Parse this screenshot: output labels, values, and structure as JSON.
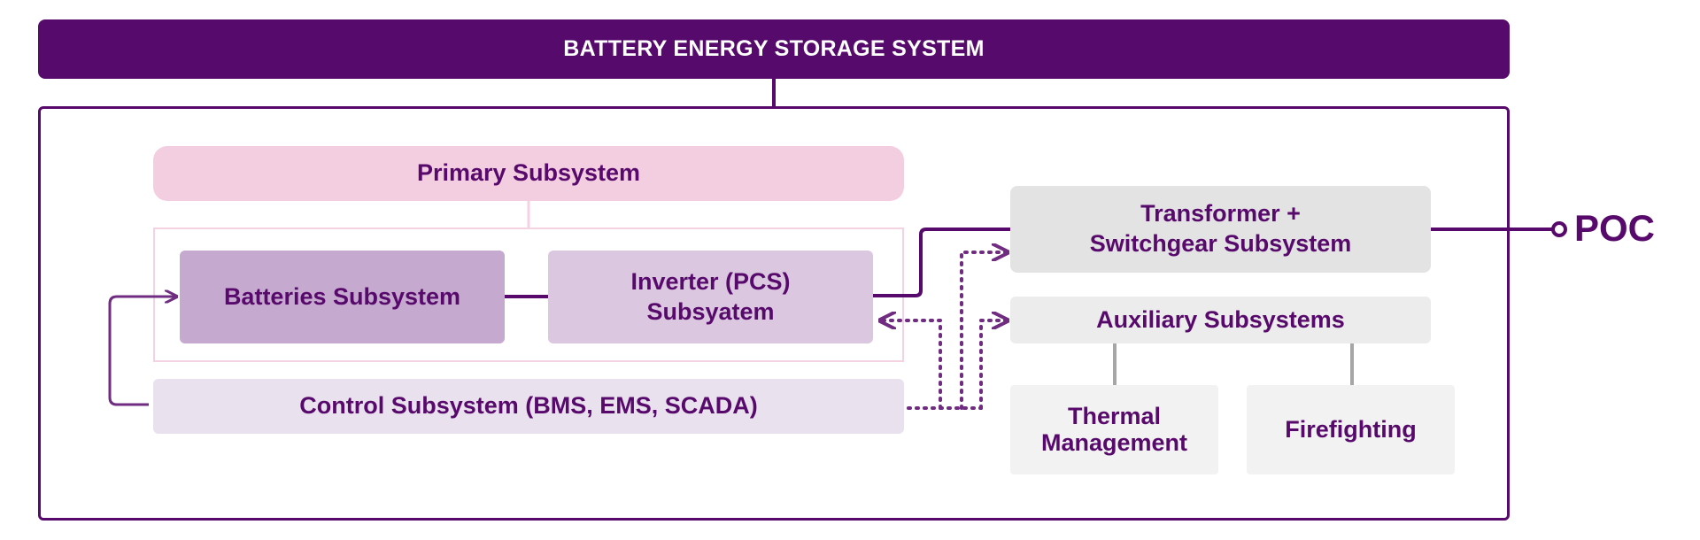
{
  "diagram": {
    "title": "BATTERY ENERGY STORAGE SYSTEM",
    "primary_subsystem": "Primary Subsystem",
    "batteries_subsystem": "Batteries Subsystem",
    "inverter_subsystem": "Inverter (PCS)\nSubsyatem",
    "control_subsystem": "Control Subsystem (BMS, EMS, SCADA)",
    "transformer_subsystem": "Transformer +\nSwitchgear Subsystem",
    "auxiliary_subsystems": "Auxiliary Subsystems",
    "thermal_management": "Thermal\nManagement",
    "firefighting": "Firefighting",
    "poc": "POC"
  },
  "colors": {
    "primary_purple": "#560b6c",
    "primary_pink": "#f3cde0",
    "batteries_fill": "#c6a9cf",
    "inverter_fill": "#dbc8e0",
    "control_fill": "#eae1ee",
    "transformer_fill": "#e3e3e3",
    "auxiliary_fill": "#ececec",
    "leaf_fill": "#f2f2f2",
    "connector_gray": "#a6a6a6"
  }
}
